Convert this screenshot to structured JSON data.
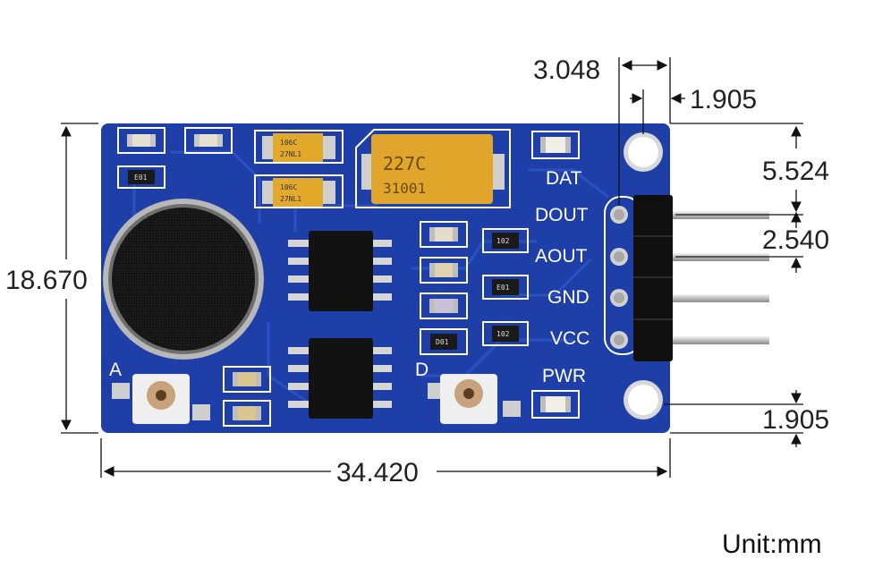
{
  "dimensions": {
    "total_width": "34.420",
    "total_height": "18.670",
    "header_offset": "3.048",
    "pin_offset": "1.905",
    "top_to_pin": "5.524",
    "pin_pitch": "2.540",
    "bottom_hole": "1.905"
  },
  "unit_label": "Unit:mm",
  "board": {
    "color": "#1f3fa8",
    "pin_labels": [
      "DOUT",
      "AOUT",
      "GND",
      "VCC"
    ],
    "dat_label": "DAT",
    "pwr_label": "PWR",
    "pot_label_a": "A",
    "pot_label_d": "D",
    "capacitor_main": "227C",
    "capacitor_main_code": "31001",
    "capacitor_small_top": "106C",
    "capacitor_small_top_code": "27NL1",
    "capacitor_small_bottom": "106C",
    "capacitor_small_bottom_code": "27NL1",
    "resistor_codes": [
      "E01",
      "102",
      "E01",
      "102",
      "D01"
    ]
  }
}
